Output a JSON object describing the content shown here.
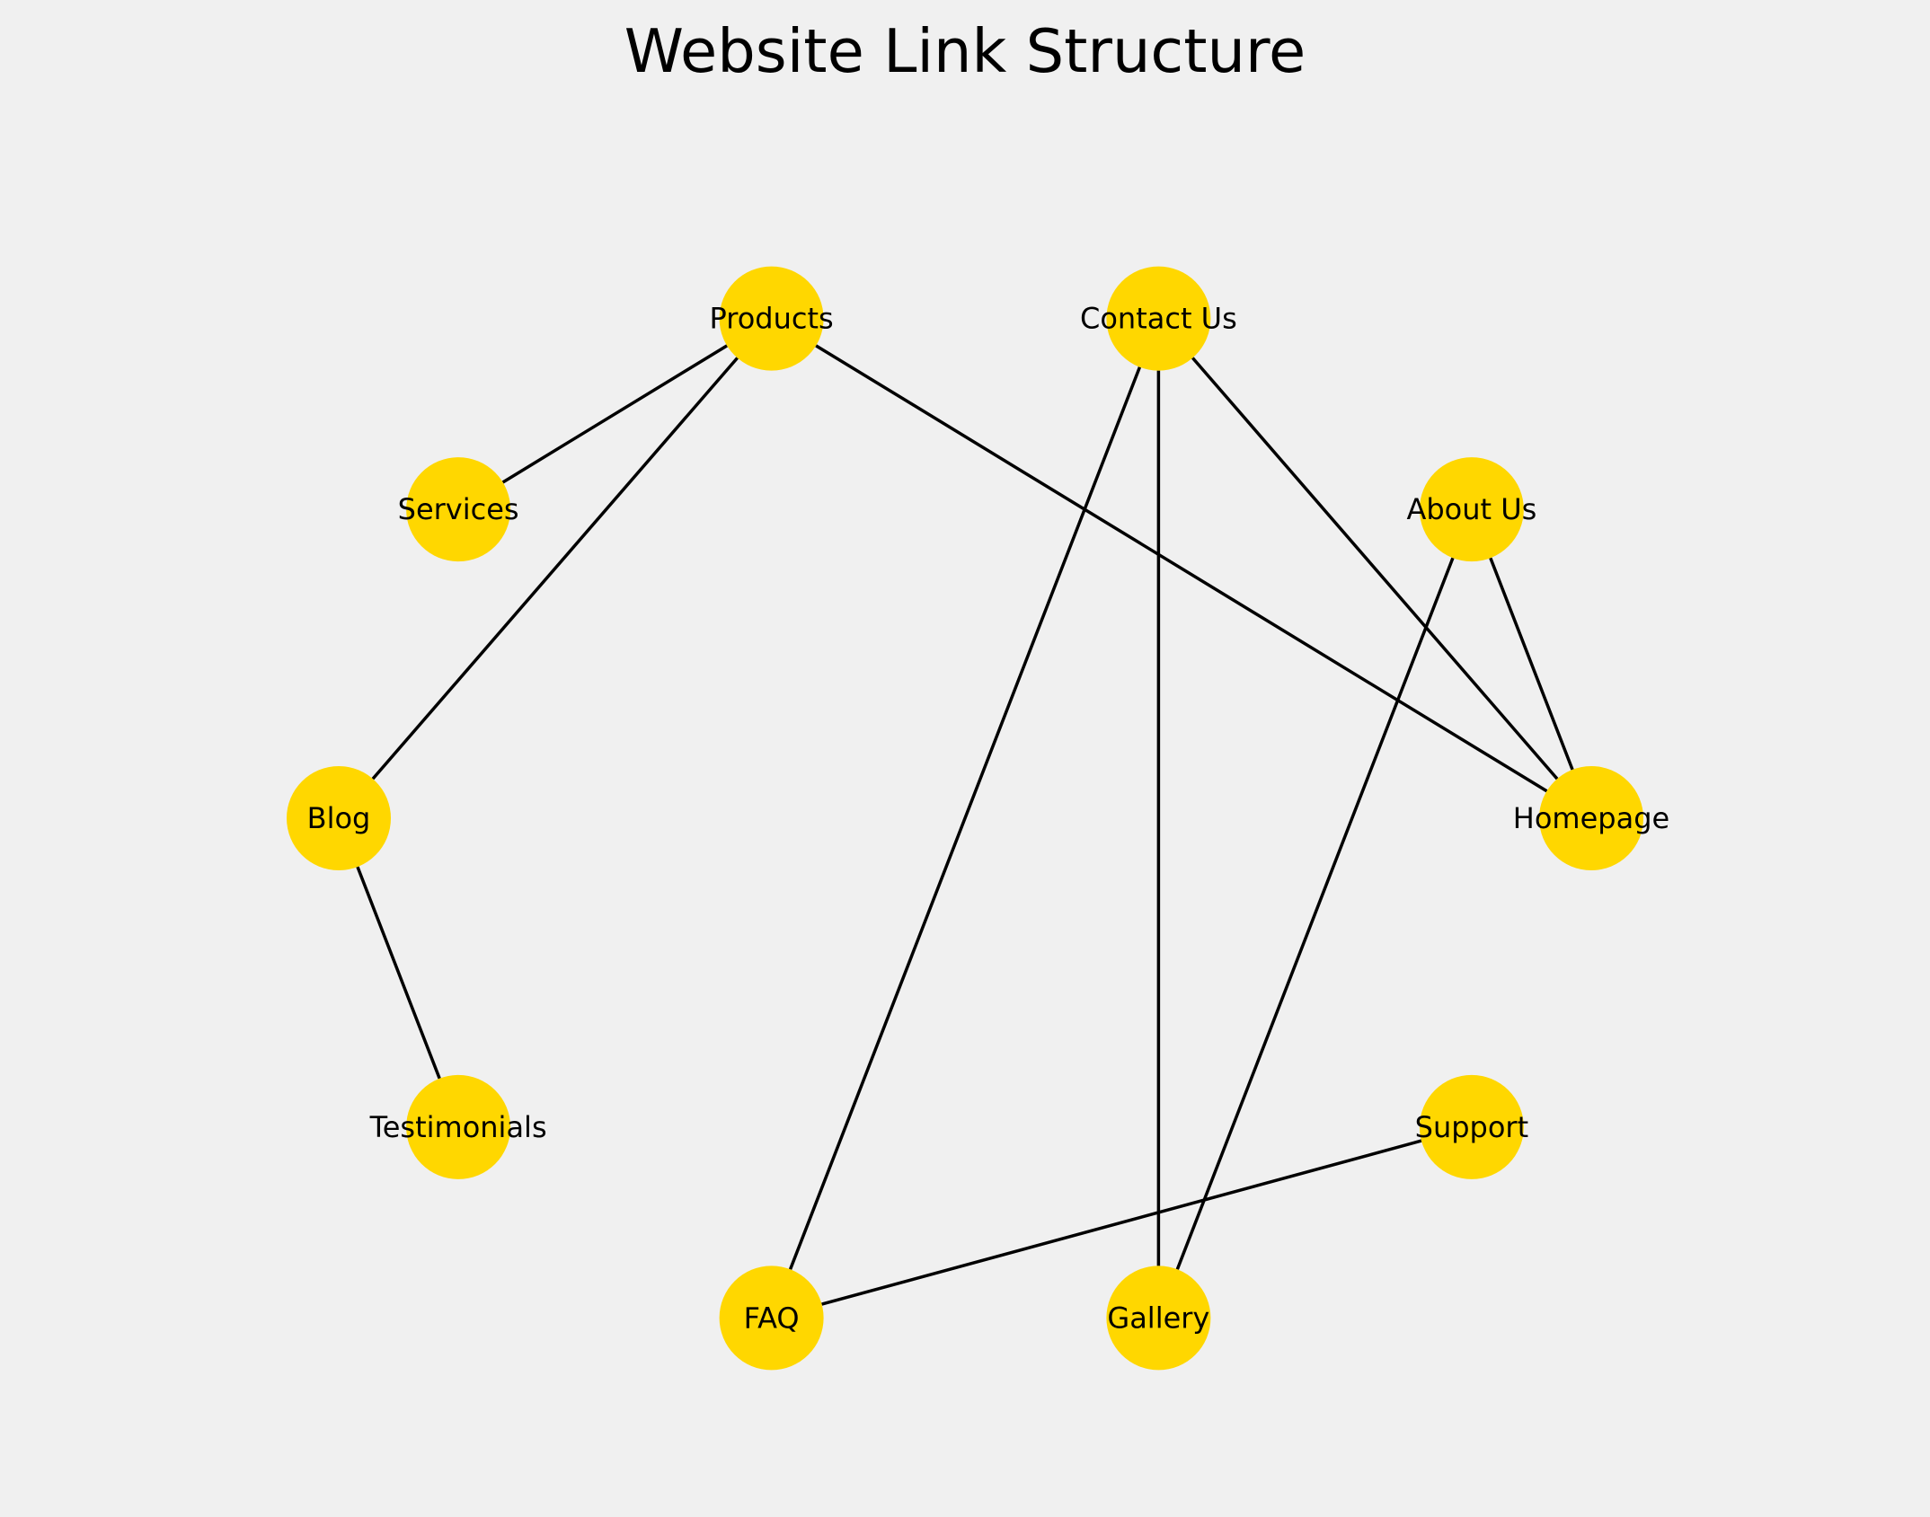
{
  "title": "Website Link Structure",
  "colors": {
    "background": "#f0f0f0",
    "node_fill": "#FFD700",
    "edge_stroke": "#000000",
    "label": "#000000"
  },
  "nodes": [
    {
      "id": "homepage",
      "label": "Homepage"
    },
    {
      "id": "about",
      "label": "About Us"
    },
    {
      "id": "contact",
      "label": "Contact Us"
    },
    {
      "id": "products",
      "label": "Products"
    },
    {
      "id": "services",
      "label": "Services"
    },
    {
      "id": "blog",
      "label": "Blog"
    },
    {
      "id": "testimonials",
      "label": "Testimonials"
    },
    {
      "id": "faq",
      "label": "FAQ"
    },
    {
      "id": "gallery",
      "label": "Gallery"
    },
    {
      "id": "support",
      "label": "Support"
    }
  ],
  "edges": [
    [
      "homepage",
      "about"
    ],
    [
      "homepage",
      "contact"
    ],
    [
      "homepage",
      "products"
    ],
    [
      "products",
      "services"
    ],
    [
      "products",
      "blog"
    ],
    [
      "blog",
      "testimonials"
    ],
    [
      "contact",
      "faq"
    ],
    [
      "contact",
      "gallery"
    ],
    [
      "about",
      "gallery"
    ],
    [
      "faq",
      "support"
    ]
  ]
}
